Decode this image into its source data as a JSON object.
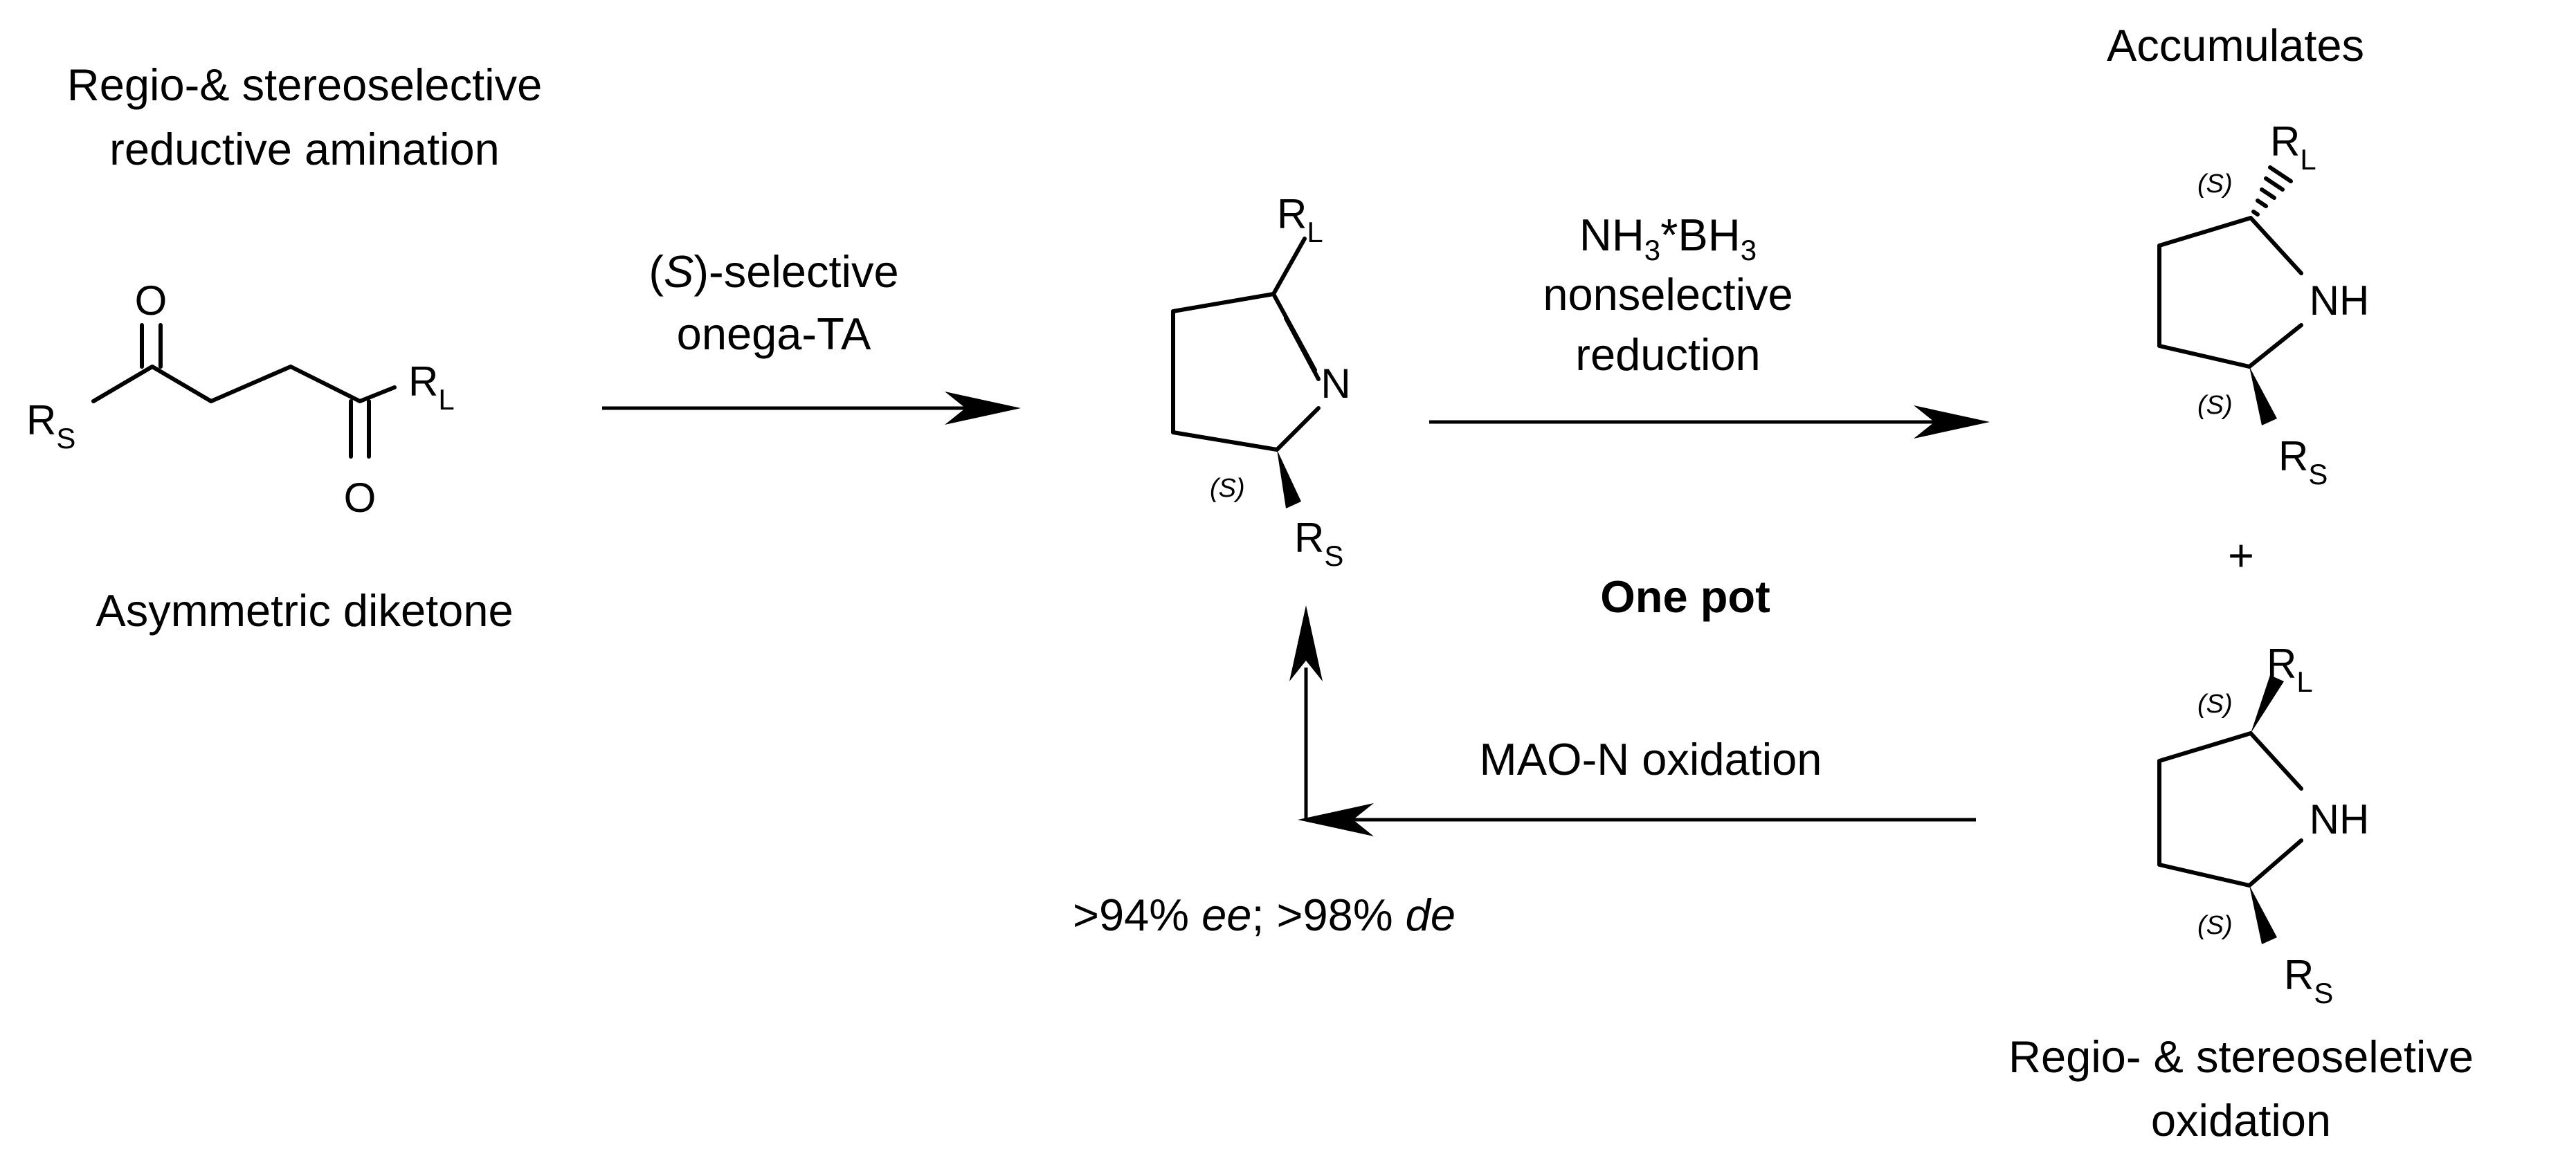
{
  "headings": {
    "left_line1": "Regio-& stereoselective",
    "left_line2": "reductive amination",
    "diketone": "Asymmetric diketone",
    "accumulates": "Accumulates",
    "one_pot": "One pot",
    "right_bottom_line1": "Regio- & stereoseletive",
    "right_bottom_line2": "oxidation",
    "plus": "+"
  },
  "reagents": {
    "ta_paren_open": "(",
    "ta_italic": "S",
    "ta_rest": ")-selective",
    "ta_line2": "onega-TA",
    "red_nh": "NH",
    "red_sub1": "3",
    "red_mid": "*BH",
    "red_sub2": "3",
    "red_line2": "nonselective",
    "red_line3": "reduction",
    "mao": "MAO-N oxidation",
    "sel_part1": ">94% ",
    "sel_ee": "ee",
    "sel_part2": "; >98% ",
    "sel_de": "de"
  },
  "atoms": {
    "O": "O",
    "N": "N",
    "NH": "NH",
    "R": "R",
    "sub_L": "L",
    "sub_S": "S",
    "stereo_S": "(S)"
  }
}
